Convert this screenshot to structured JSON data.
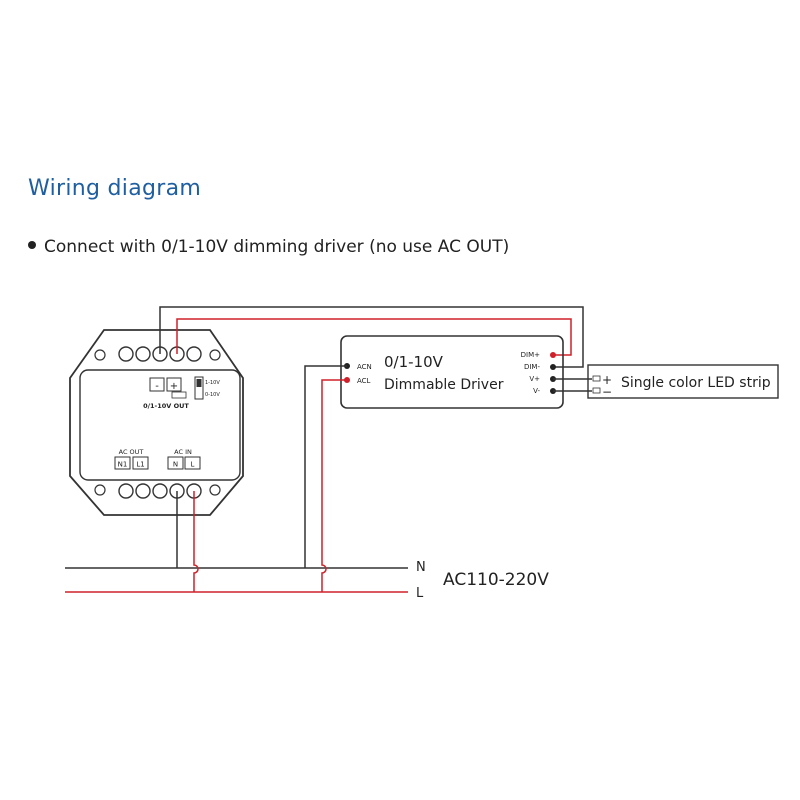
{
  "title": "Wiring diagram",
  "note": "Connect with 0/1-10V dimming driver (no use AC OUT)",
  "colors": {
    "title": "#1f5fa0",
    "wire_black": "#333333",
    "wire_red": "#d0202a"
  },
  "controller": {
    "minus": "-",
    "plus": "+",
    "out_label": "0/1-10V OUT",
    "switch_1": "1-10V",
    "switch_2": "0-10V",
    "ac_out_label": "AC OUT",
    "ac_out_n": "N1",
    "ac_out_l": "L1",
    "ac_in_label": "AC IN",
    "ac_in_n": "N",
    "ac_in_l": "L"
  },
  "driver": {
    "name_line1": "0/1-10V",
    "name_line2": "Dimmable Driver",
    "acn": "ACN",
    "acl": "ACL",
    "dim_plus": "DIM+",
    "dim_minus": "DIM-",
    "v_plus": "V+",
    "v_minus": "V-"
  },
  "led": {
    "plus": "+",
    "minus": "−",
    "label": "Single color LED strip"
  },
  "mains": {
    "n": "N",
    "l": "L",
    "voltage": "AC110-220V"
  }
}
